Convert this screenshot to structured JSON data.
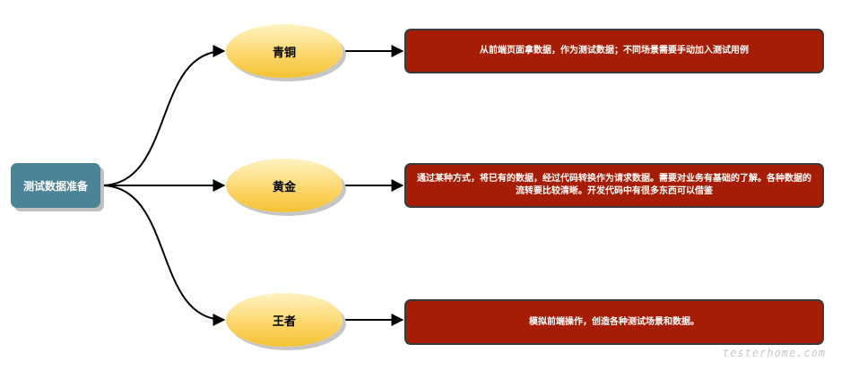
{
  "root": {
    "label": "测试数据准备"
  },
  "levels": [
    {
      "label": "青铜",
      "description": "从前端页面拿数据，作为测试数据；不同场景需要手动加入测试用例"
    },
    {
      "label": "黄金",
      "description": "通过某种方式，将已有的数据，经过代码转换作为请求数据。需要对业务有基础的了解。各种数据的流转要比较清晰。开发代码中有很多东西可以借鉴"
    },
    {
      "label": "王者",
      "description": "模拟前端操作，创造各种测试场景和数据。"
    }
  ],
  "watermark": "testerhome.com",
  "colors": {
    "root_fill": "#4b8397",
    "level_fill": "#fbd25f",
    "description_fill": "#a51d04",
    "connector": "#000000"
  }
}
